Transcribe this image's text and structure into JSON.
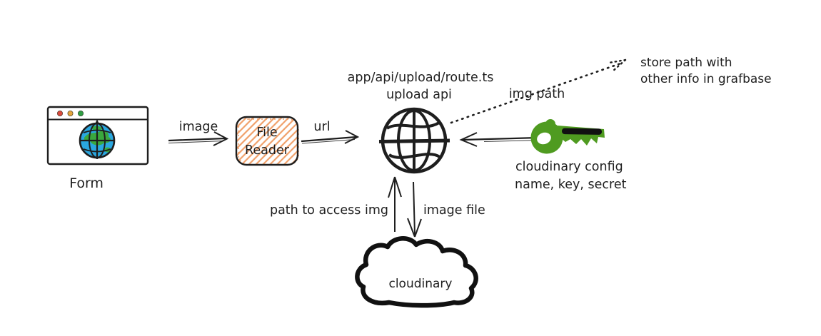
{
  "diagram_title": "image upload flow diagram",
  "colors": {
    "ink": "#1e1e1e",
    "hatch_orange": "#f0a06a",
    "key_green": "#4f9b20",
    "globe_blue": "#2aa7e0",
    "land_green": "#3aa83e",
    "dot_red": "#dc4a3d",
    "dot_yellow": "#e3a43c",
    "dot_green": "#2f9e44"
  },
  "nodes": {
    "form": {
      "label": "Form"
    },
    "file_reader": {
      "line1": "File",
      "line2": "Reader"
    },
    "upload_api": {
      "route": "app/api/upload/route.ts",
      "subtitle": "upload api"
    },
    "cloud": {
      "label": "cloudinary"
    },
    "key_note": {
      "line1": "cloudinary config",
      "line2": "name, key, secret"
    },
    "grafbase_note": {
      "line1": "store path with",
      "line2": "other info in grafbase"
    }
  },
  "edges": {
    "image": {
      "label": "image"
    },
    "url": {
      "label": "url"
    },
    "img_path": {
      "label": "img path"
    },
    "path_to_access": {
      "label": "path to access img"
    },
    "image_file": {
      "label": "image file"
    }
  }
}
